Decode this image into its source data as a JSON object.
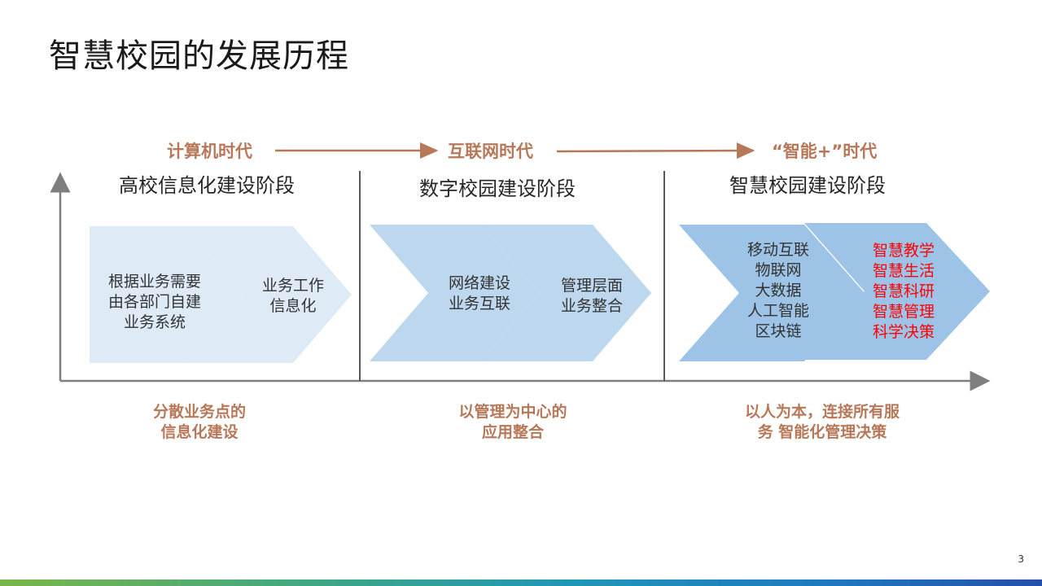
{
  "title": "智慧校园的发展历程",
  "eras": [
    {
      "label": "计算机时代"
    },
    {
      "label": "互联网时代"
    },
    {
      "label": "“智能+”时代"
    }
  ],
  "stages": [
    {
      "label": "高校信息化建设阶段"
    },
    {
      "label": "数字校园建设阶段"
    },
    {
      "label": "智慧校园建设阶段"
    }
  ],
  "chevrons": [
    {
      "text": "根据业务需要\n由各部门自建\n业务系统",
      "color": "#deebf7"
    },
    {
      "text": "业务工作\n信息化",
      "color": "#deebf7"
    },
    {
      "text": "网络建设\n业务互联",
      "color": "#bdd7ee"
    },
    {
      "text": "管理层面\n业务整合",
      "color": "#bdd7ee"
    },
    {
      "text": "移动互联\n物联网\n大数据\n人工智能\n区块链",
      "color": "#9dc3e6"
    },
    {
      "text": "智慧教学\n智慧生活\n智慧科研\n智慧管理\n科学决策",
      "color": "#9dc3e6",
      "text_color": "#ff0000"
    }
  ],
  "summaries": [
    {
      "text": "分散业务点的\n信息化建设"
    },
    {
      "text": "以管理为中心的\n应用整合"
    },
    {
      "text": "以人为本，连接所有服\n务 智能化管理决策"
    }
  ],
  "page_number": "3",
  "colors": {
    "accent": "#b7785a",
    "axis": "#7f7f7f"
  }
}
